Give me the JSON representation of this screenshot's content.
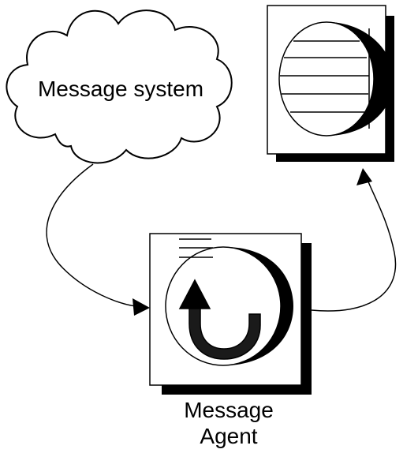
{
  "cloud": {
    "label": "Message system"
  },
  "agent": {
    "label_line1": "Message",
    "label_line2": "Agent"
  },
  "colors": {
    "stroke": "#000000",
    "fill": "#ffffff",
    "shadow": "#000000"
  },
  "icons": {
    "cloud": "cloud-icon",
    "agent": "message-agent-icon",
    "target": "mailbox-icon"
  }
}
